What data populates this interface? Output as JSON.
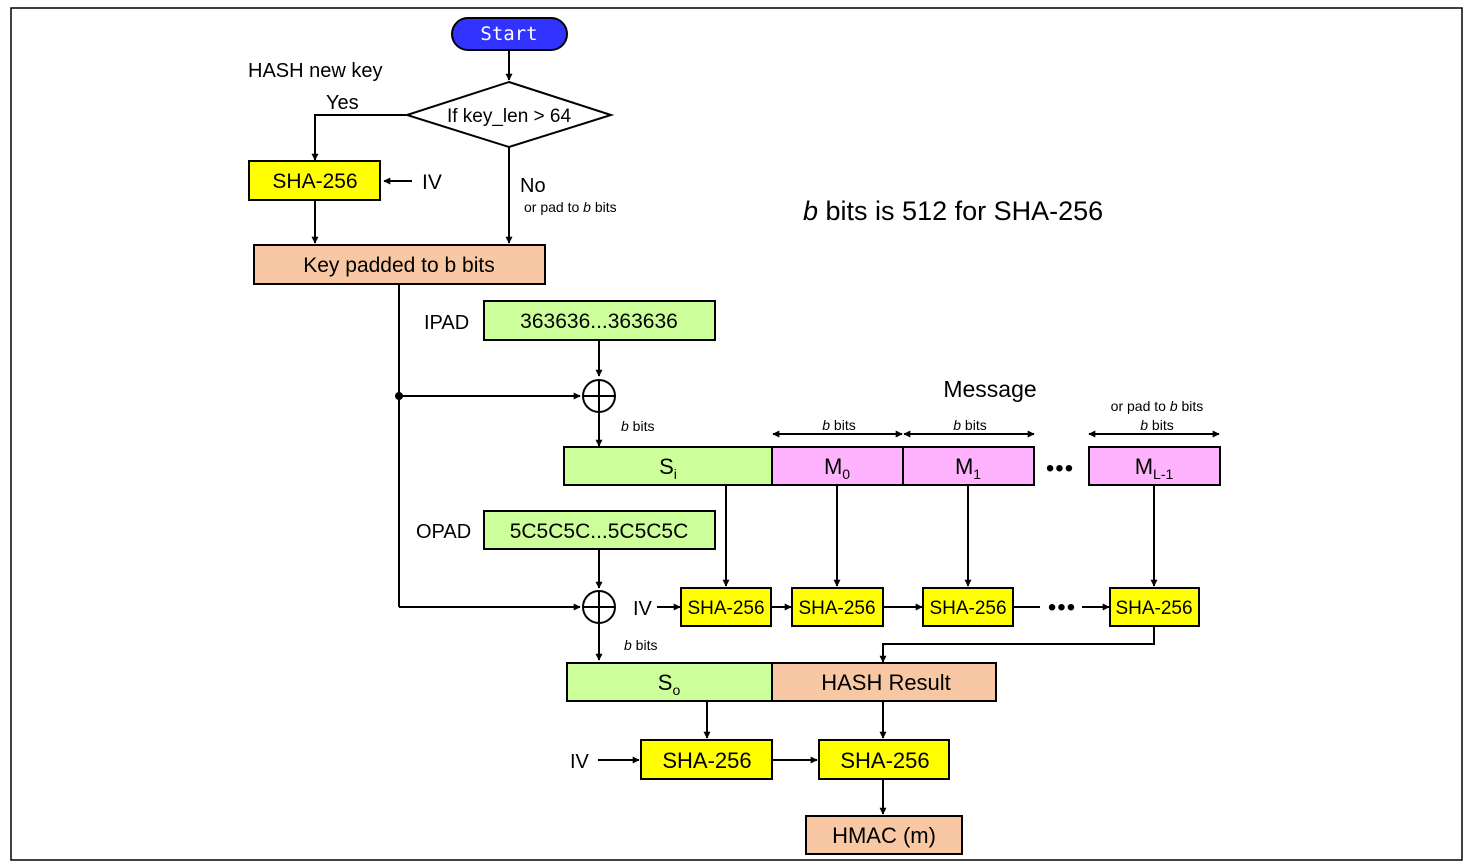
{
  "colors": {
    "start": "#3333ff",
    "sha": "#ffff00",
    "key": "#f8c8a4",
    "pad": "#ccff99",
    "msg": "#ffb3ff",
    "line": "#000000"
  },
  "icons": {
    "xor": "circled-plus-icon"
  },
  "start": {
    "label": "Start"
  },
  "decision": {
    "label": "If key_len > 64"
  },
  "hash_new_key": {
    "label": "HASH new key"
  },
  "yes": {
    "label": "Yes"
  },
  "no": {
    "label": "No",
    "note_pre": "or pad to ",
    "note_b": "b",
    "note_post": " bits"
  },
  "sha": {
    "label": "SHA-256"
  },
  "iv": {
    "label": "IV"
  },
  "key_padded": {
    "label": "Key padded to b bits"
  },
  "note": {
    "b": "b",
    "rest": " bits is 512 for SHA-256"
  },
  "ipad": {
    "label": "IPAD",
    "value": "363636...363636"
  },
  "opad": {
    "label": "OPAD",
    "value": "5C5C5C...5C5C5C"
  },
  "bbits": {
    "b": "b",
    "bits": " bits"
  },
  "message": {
    "label": "Message",
    "last_note_pre": "or pad to ",
    "last_note_b": "b",
    "last_note_post": " bits",
    "blocks": [
      {
        "base": "M",
        "sub": "0"
      },
      {
        "base": "M",
        "sub": "1"
      },
      {
        "base": "M",
        "sub": "L-1"
      }
    ]
  },
  "si": {
    "base": "S",
    "sub": "i"
  },
  "so": {
    "base": "S",
    "sub": "o"
  },
  "hash_result": {
    "label": "HASH Result"
  },
  "hmac": {
    "label": "HMAC (m)"
  },
  "ellipsis": "•••"
}
